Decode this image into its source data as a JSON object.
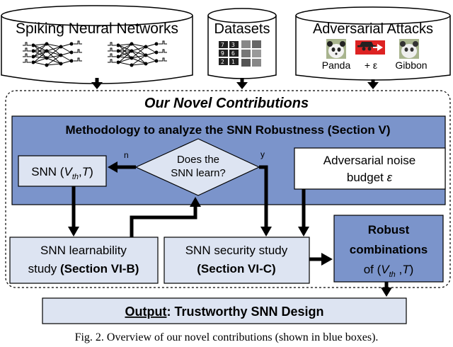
{
  "inputs": {
    "snn_title": "Spiking Neural Networks",
    "datasets_title": "Datasets",
    "attacks_title": "Adversarial Attacks",
    "attack_labels": {
      "panda": "Panda",
      "noise": "+ ε",
      "gibbon": "Gibbon"
    }
  },
  "contributions": {
    "title": "Our Novel Contributions",
    "methodology_title": "Methodology to analyze the SNN Robustness (Section V)",
    "snn_box": {
      "prefix": "SNN (",
      "vth": "V",
      "vth_sub": "th",
      "sep": ",",
      "t": "T",
      "suffix": ")"
    },
    "decision": {
      "line1": "Does the",
      "line2": "SNN learn?",
      "no_label": "n",
      "yes_label": "y"
    },
    "noise_budget": {
      "line1": "Adversarial noise",
      "line2": "budget ",
      "eps": "ε"
    },
    "learnability": {
      "line1": "SNN learnability",
      "line2_plain": "study ",
      "line2_bold": "(Section VI-B)"
    },
    "security": {
      "line1": "SNN security study",
      "line2_bold": "(Section VI-C)"
    },
    "robust": {
      "line1": "Robust",
      "line2": "combinations",
      "line3_prefix": "of (",
      "vth": "V",
      "vth_sub": "th",
      "sep": " ,",
      "t": "T",
      "suffix": ")"
    }
  },
  "output": {
    "bold_underlined": "Output",
    "rest": ": Trustworthy SNN Design"
  },
  "caption": "Fig. 2.  Overview of our novel contributions (shown in blue boxes).",
  "colors": {
    "methodology_bg": "#7b94cb",
    "light_box": "#dde4f2",
    "white": "#ffffff",
    "stroke": "#000000"
  }
}
